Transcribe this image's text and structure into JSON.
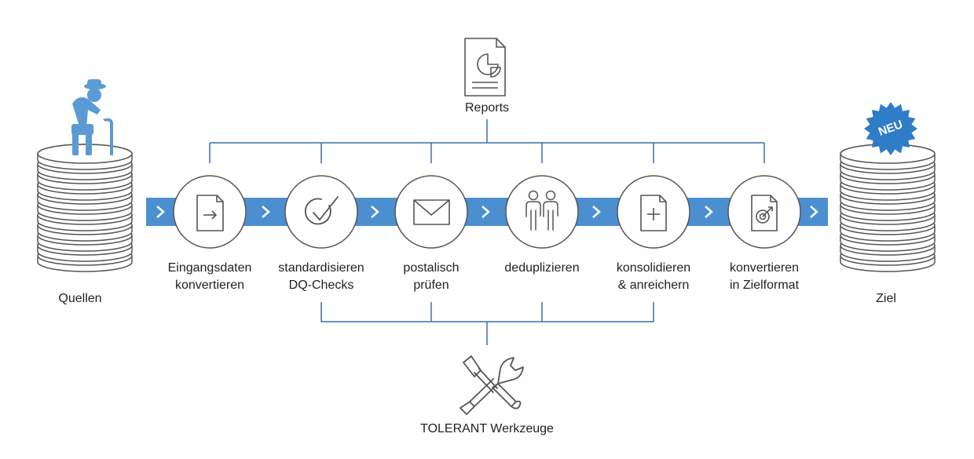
{
  "colors": {
    "flow": "#4b8fd1",
    "line": "#3a6fb0",
    "stroke": "#555555",
    "icon": "#5b9bd5",
    "badge": "#2f7cc7"
  },
  "sources": {
    "label": "Quellen",
    "icon": "elderly-person-icon"
  },
  "target": {
    "label": "Ziel",
    "badge": "NEU"
  },
  "reports": {
    "label": "Reports",
    "icon": "report-document-icon"
  },
  "tools": {
    "label": "TOLERANT Werkzeuge",
    "icon": "screwdriver-wrench-icon"
  },
  "steps": [
    {
      "line1": "Eingangsdaten",
      "line2": "konvertieren",
      "icon": "file-arrow-icon"
    },
    {
      "line1": "standardisieren",
      "line2": "DQ-Checks",
      "icon": "checkmark-icon"
    },
    {
      "line1": "postalisch",
      "line2": "prüfen",
      "icon": "envelope-icon"
    },
    {
      "line1": "deduplizieren",
      "line2": "",
      "icon": "two-persons-icon"
    },
    {
      "line1": "konsolidieren",
      "line2": "& anreichern",
      "icon": "file-plus-icon"
    },
    {
      "line1": "konvertieren",
      "line2": "in Zielformat",
      "icon": "file-target-icon"
    }
  ]
}
